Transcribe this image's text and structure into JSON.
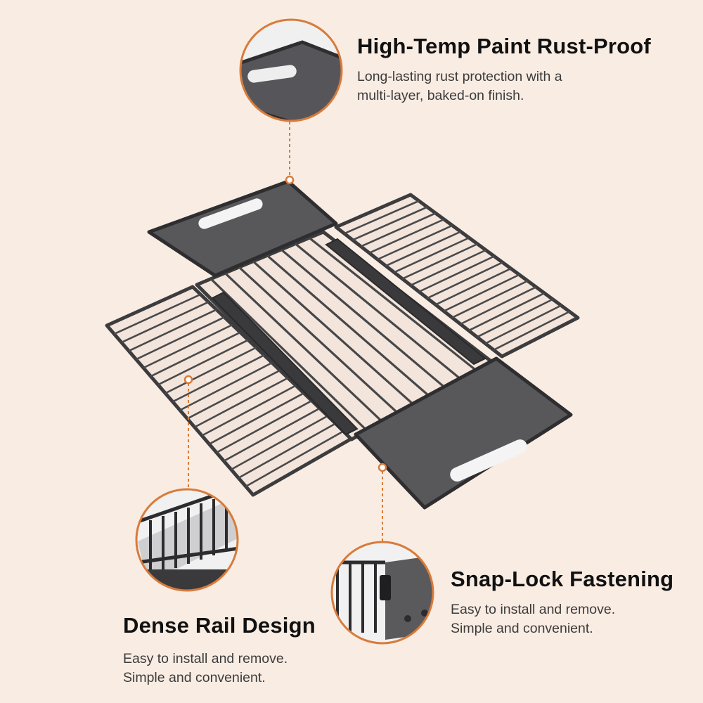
{
  "features": {
    "top": {
      "title": "High-Temp Paint Rust-Proof",
      "desc_line1": "Long-lasting rust protection with a",
      "desc_line2": "multi-layer, baked-on finish."
    },
    "left": {
      "title": "Dense Rail Design",
      "desc_line1": "Easy to install and remove.",
      "desc_line2": "Simple and convenient."
    },
    "right": {
      "title": "Snap-Lock Fastening",
      "desc_line1": "Easy to install and remove.",
      "desc_line2": "Simple and convenient."
    }
  },
  "colors": {
    "background": "#f9ece3",
    "accent": "#d87b3a",
    "metal": "#3c3c3e",
    "panel": "#58585a"
  }
}
